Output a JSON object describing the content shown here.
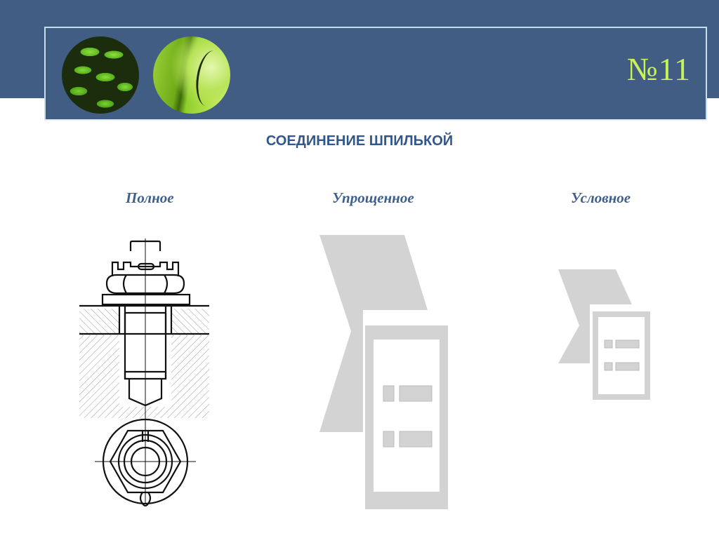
{
  "header": {
    "slide_number": "№11",
    "band_color": "#415d84",
    "number_color": "#c8f25a"
  },
  "title": "СОЕДИНЕНИЕ ШПИЛЬКОЙ",
  "columns": [
    {
      "label": "Полное",
      "figure": "full-stud-drawing"
    },
    {
      "label": "Упрощенное",
      "figure": "simplified-stud-drawing"
    },
    {
      "label": "Условное",
      "figure": "conventional-stud-drawing"
    }
  ],
  "colors": {
    "title": "#34578a",
    "labels": "#3e5e8c",
    "placeholder_gray": "#d3d3d3"
  }
}
